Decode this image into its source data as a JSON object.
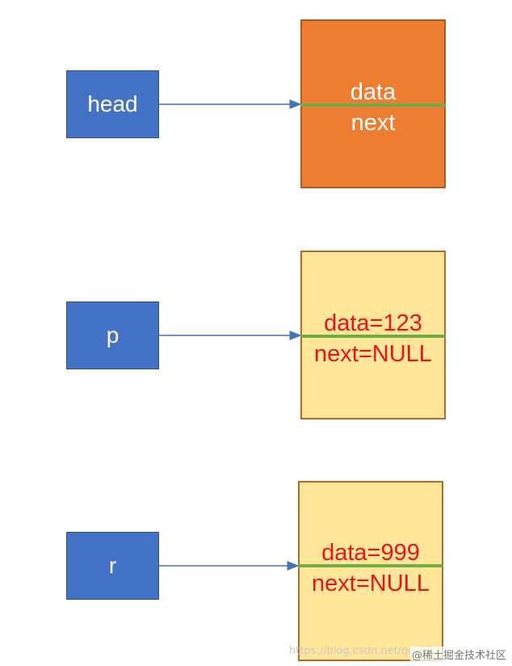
{
  "colors": {
    "pointer_fill": "#4472c4",
    "head_node_fill": "#ed7d31",
    "value_node_fill": "#ffe699",
    "divider": "#70ad47",
    "arrow": "#4a72b8",
    "value_text": "#e8141c"
  },
  "head": {
    "label": "head",
    "node": {
      "field1": "data",
      "field2": "next"
    }
  },
  "p": {
    "label": "p",
    "node": {
      "field1": "data=123",
      "field2": "next=NULL"
    }
  },
  "r": {
    "label": "r",
    "node": {
      "field1": "data=999",
      "field2": "next=NULL"
    }
  },
  "watermark": {
    "url": "https://blog.csdn.net/qq_43...",
    "brand": "@稀土掘金技术社区"
  }
}
